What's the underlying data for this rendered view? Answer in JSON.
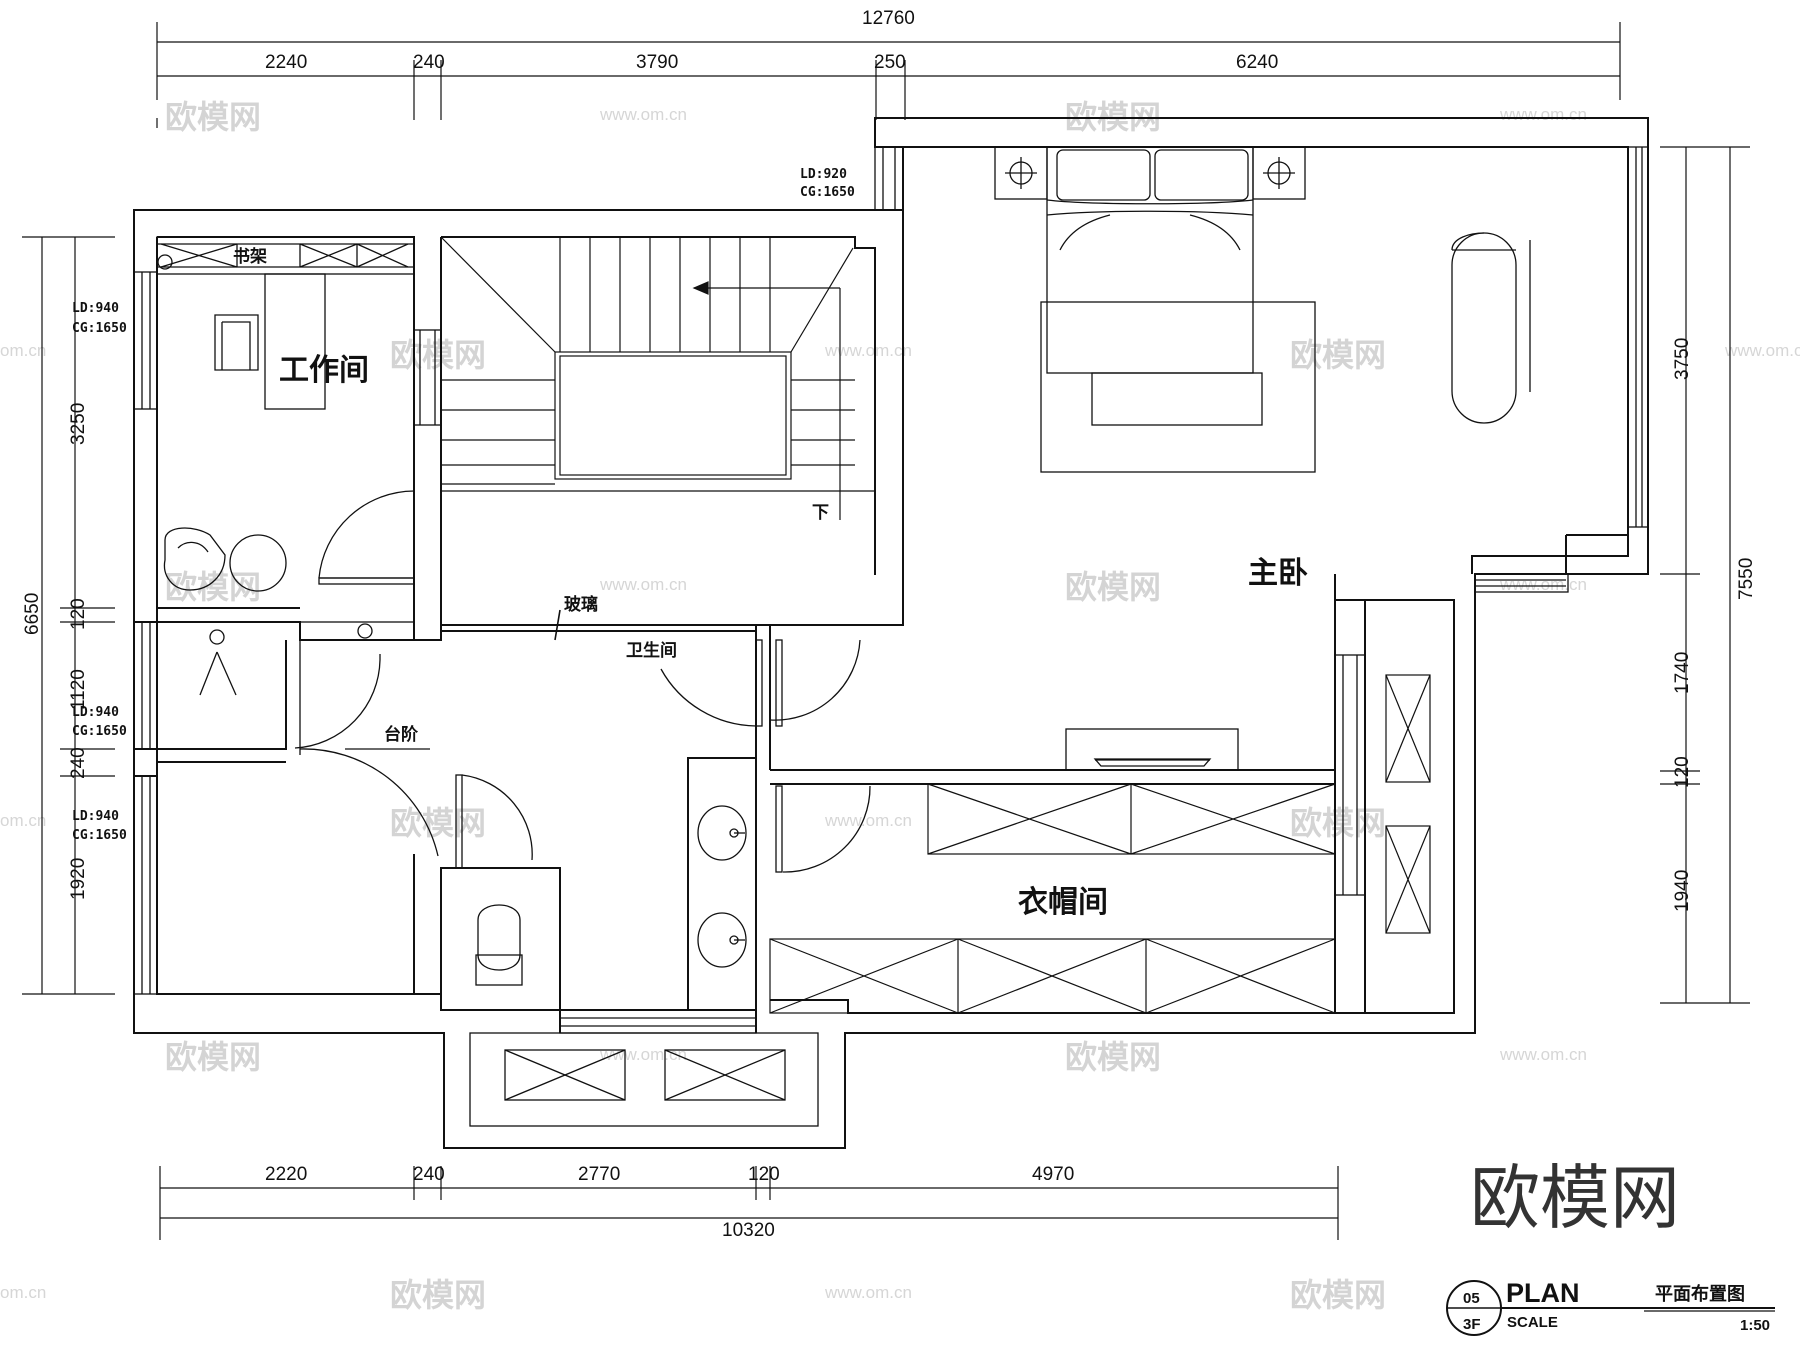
{
  "plan": {
    "top_overall": "12760",
    "top_segments": [
      "2240",
      "240",
      "3790",
      "250",
      "6240"
    ],
    "bottom_overall": "10320",
    "bottom_segments": [
      "2220",
      "240",
      "2770",
      "120",
      "4970"
    ],
    "left_overall": "6650",
    "left_segments": [
      "3250",
      "120",
      "1120",
      "240",
      "1920"
    ],
    "right_overall": "7550",
    "right_segments": [
      "3750",
      "1740",
      "120",
      "1940"
    ]
  },
  "rooms": {
    "study": "工作间",
    "master_bedroom": "主卧",
    "bathroom": "卫生间",
    "walk_in_closet": "衣帽间"
  },
  "labels": {
    "bookshelf": "书架",
    "glass": "玻璃",
    "step": "台阶",
    "stair_down": "下"
  },
  "window_notes": {
    "top": [
      "LD:920",
      "CG:1650"
    ],
    "study": [
      "LD:940",
      "CG:1650"
    ],
    "bath": [
      "LD:940",
      "CG:1650"
    ],
    "bedroom2": [
      "LD:940",
      "CG:1650"
    ]
  },
  "title_block": {
    "number": "05",
    "floor": "3F",
    "title": "PLAN",
    "scale_label": "SCALE",
    "chinese_title": "平面布置图",
    "scale_value": "1:50"
  },
  "watermarks": {
    "brand": "欧模网",
    "url": "www.om.cn",
    "url_partial": "om.cn"
  }
}
